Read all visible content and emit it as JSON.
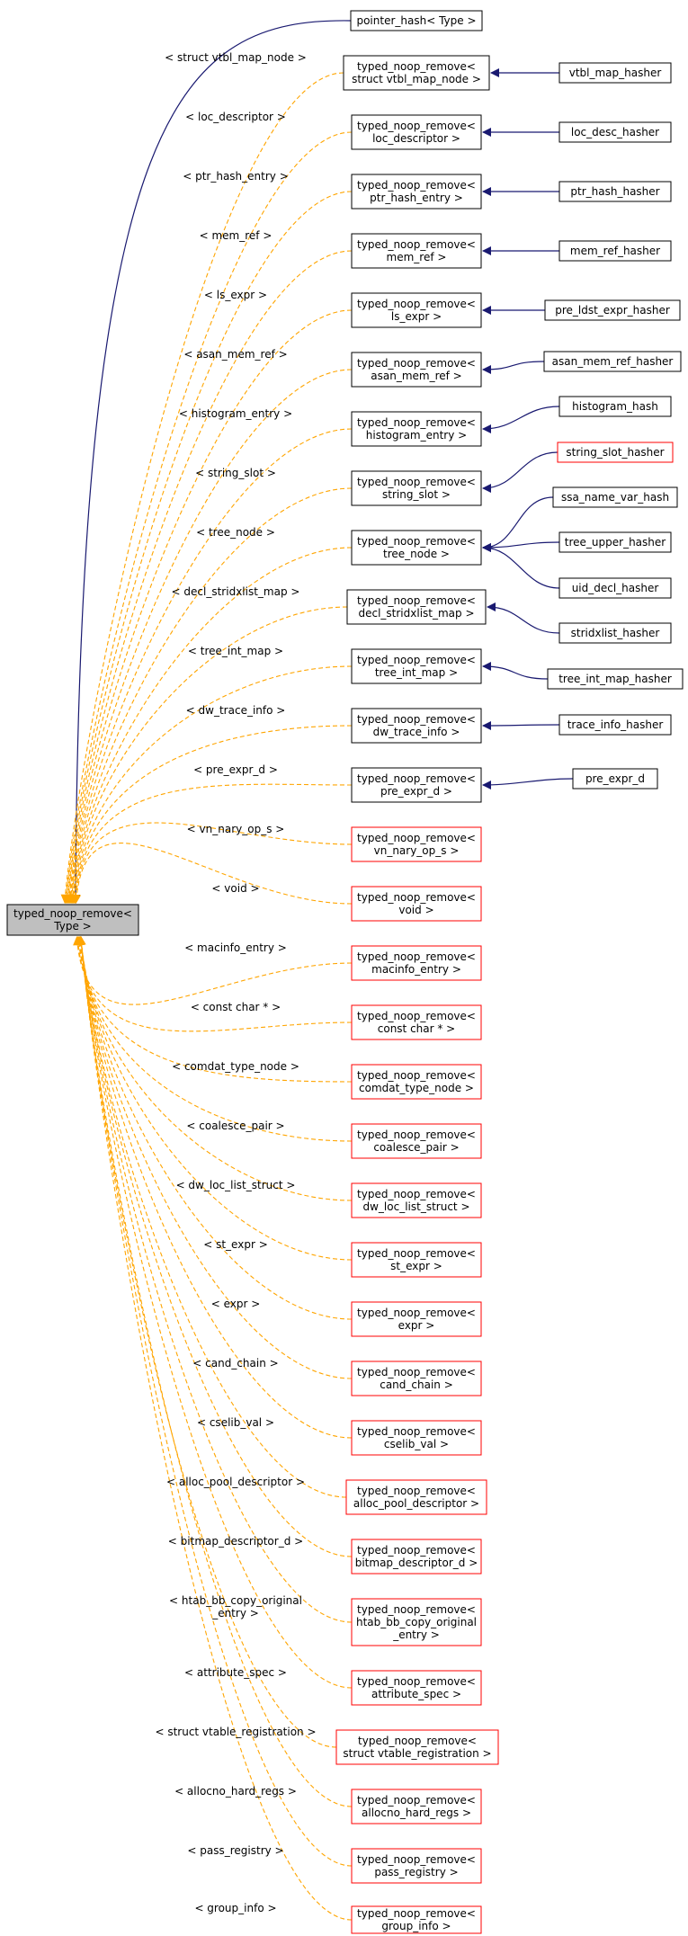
{
  "colors": {
    "template_edge": "#ffa500",
    "inherit_edge": "#191970",
    "node_black": "#000000",
    "node_red": "#ff0000",
    "root_fill": "#bfbfbf"
  },
  "root": {
    "lines": [
      "typed_noop_remove<",
      "Type >"
    ]
  },
  "pointer_hash": {
    "lines": [
      "pointer_hash< Type >"
    ]
  },
  "specializations": [
    {
      "id": "vtbl_map_node",
      "edge_label": [
        "< struct vtbl_map_node >"
      ],
      "lines": [
        "typed_noop_remove<",
        "struct vtbl_map_node >"
      ],
      "border": "black"
    },
    {
      "id": "loc_descriptor",
      "edge_label": [
        "< loc_descriptor >"
      ],
      "lines": [
        "typed_noop_remove<",
        "loc_descriptor >"
      ],
      "border": "black"
    },
    {
      "id": "ptr_hash_entry",
      "edge_label": [
        "< ptr_hash_entry >"
      ],
      "lines": [
        "typed_noop_remove<",
        "ptr_hash_entry >"
      ],
      "border": "black"
    },
    {
      "id": "mem_ref",
      "edge_label": [
        "< mem_ref >"
      ],
      "lines": [
        "typed_noop_remove<",
        "mem_ref >"
      ],
      "border": "black"
    },
    {
      "id": "ls_expr",
      "edge_label": [
        "< ls_expr >"
      ],
      "lines": [
        "typed_noop_remove<",
        "ls_expr >"
      ],
      "border": "black"
    },
    {
      "id": "asan_mem_ref",
      "edge_label": [
        "< asan_mem_ref >"
      ],
      "lines": [
        "typed_noop_remove<",
        "asan_mem_ref >"
      ],
      "border": "black"
    },
    {
      "id": "histogram_entry",
      "edge_label": [
        "< histogram_entry >"
      ],
      "lines": [
        "typed_noop_remove<",
        "histogram_entry >"
      ],
      "border": "black"
    },
    {
      "id": "string_slot",
      "edge_label": [
        "< string_slot >"
      ],
      "lines": [
        "typed_noop_remove<",
        "string_slot >"
      ],
      "border": "black"
    },
    {
      "id": "tree_node",
      "edge_label": [
        "< tree_node >"
      ],
      "lines": [
        "typed_noop_remove<",
        "tree_node >"
      ],
      "border": "black"
    },
    {
      "id": "decl_stridxlist_map",
      "edge_label": [
        "< decl_stridxlist_map >"
      ],
      "lines": [
        "typed_noop_remove<",
        "decl_stridxlist_map >"
      ],
      "border": "black"
    },
    {
      "id": "tree_int_map",
      "edge_label": [
        "< tree_int_map >"
      ],
      "lines": [
        "typed_noop_remove<",
        "tree_int_map >"
      ],
      "border": "black"
    },
    {
      "id": "dw_trace_info",
      "edge_label": [
        "< dw_trace_info >"
      ],
      "lines": [
        "typed_noop_remove<",
        "dw_trace_info >"
      ],
      "border": "black"
    },
    {
      "id": "pre_expr_d",
      "edge_label": [
        "< pre_expr_d >"
      ],
      "lines": [
        "typed_noop_remove<",
        "pre_expr_d >"
      ],
      "border": "black"
    },
    {
      "id": "vn_nary_op_s",
      "edge_label": [
        "< vn_nary_op_s >"
      ],
      "lines": [
        "typed_noop_remove<",
        "vn_nary_op_s >"
      ],
      "border": "red"
    },
    {
      "id": "void",
      "edge_label": [
        "< void >"
      ],
      "lines": [
        "typed_noop_remove<",
        "void >"
      ],
      "border": "red"
    },
    {
      "id": "macinfo_entry",
      "edge_label": [
        "< macinfo_entry >"
      ],
      "lines": [
        "typed_noop_remove<",
        "macinfo_entry >"
      ],
      "border": "red"
    },
    {
      "id": "const_char",
      "edge_label": [
        "< const char * >"
      ],
      "lines": [
        "typed_noop_remove<",
        "const char * >"
      ],
      "border": "red"
    },
    {
      "id": "comdat_type_node",
      "edge_label": [
        "< comdat_type_node >"
      ],
      "lines": [
        "typed_noop_remove<",
        "comdat_type_node >"
      ],
      "border": "red"
    },
    {
      "id": "coalesce_pair",
      "edge_label": [
        "< coalesce_pair >"
      ],
      "lines": [
        "typed_noop_remove<",
        "coalesce_pair >"
      ],
      "border": "red"
    },
    {
      "id": "dw_loc_list_struct",
      "edge_label": [
        "< dw_loc_list_struct >"
      ],
      "lines": [
        "typed_noop_remove<",
        "dw_loc_list_struct >"
      ],
      "border": "red"
    },
    {
      "id": "st_expr",
      "edge_label": [
        "< st_expr >"
      ],
      "lines": [
        "typed_noop_remove<",
        "st_expr >"
      ],
      "border": "red"
    },
    {
      "id": "expr",
      "edge_label": [
        "< expr >"
      ],
      "lines": [
        "typed_noop_remove<",
        "expr >"
      ],
      "border": "red"
    },
    {
      "id": "cand_chain",
      "edge_label": [
        "< cand_chain >"
      ],
      "lines": [
        "typed_noop_remove<",
        "cand_chain >"
      ],
      "border": "red"
    },
    {
      "id": "cselib_val",
      "edge_label": [
        "< cselib_val >"
      ],
      "lines": [
        "typed_noop_remove<",
        "cselib_val >"
      ],
      "border": "red"
    },
    {
      "id": "alloc_pool_descriptor",
      "edge_label": [
        "< alloc_pool_descriptor >"
      ],
      "lines": [
        "typed_noop_remove<",
        "alloc_pool_descriptor >"
      ],
      "border": "red"
    },
    {
      "id": "bitmap_descriptor_d",
      "edge_label": [
        "< bitmap_descriptor_d >"
      ],
      "lines": [
        "typed_noop_remove<",
        "bitmap_descriptor_d >"
      ],
      "border": "red"
    },
    {
      "id": "htab_bb_copy_original_entry",
      "edge_label": [
        "< htab_bb_copy_original",
        "_entry >"
      ],
      "lines": [
        "typed_noop_remove<",
        "htab_bb_copy_original",
        "_entry >"
      ],
      "border": "red"
    },
    {
      "id": "attribute_spec",
      "edge_label": [
        "< attribute_spec >"
      ],
      "lines": [
        "typed_noop_remove<",
        "attribute_spec >"
      ],
      "border": "red"
    },
    {
      "id": "vtable_registration",
      "edge_label": [
        "< struct vtable_registration >"
      ],
      "lines": [
        "typed_noop_remove<",
        "struct vtable_registration >"
      ],
      "border": "red"
    },
    {
      "id": "allocno_hard_regs",
      "edge_label": [
        "< allocno_hard_regs >"
      ],
      "lines": [
        "typed_noop_remove<",
        "allocno_hard_regs >"
      ],
      "border": "red"
    },
    {
      "id": "pass_registry",
      "edge_label": [
        "< pass_registry >"
      ],
      "lines": [
        "typed_noop_remove<",
        "pass_registry >"
      ],
      "border": "red"
    },
    {
      "id": "group_info",
      "edge_label": [
        "< group_info >"
      ],
      "lines": [
        "typed_noop_remove<",
        "group_info >"
      ],
      "border": "red"
    }
  ],
  "derived": [
    {
      "label": "vtbl_map_hasher",
      "parent": "vtbl_map_node",
      "border": "black"
    },
    {
      "label": "loc_desc_hasher",
      "parent": "loc_descriptor",
      "border": "black"
    },
    {
      "label": "ptr_hash_hasher",
      "parent": "ptr_hash_entry",
      "border": "black"
    },
    {
      "label": "mem_ref_hasher",
      "parent": "mem_ref",
      "border": "black"
    },
    {
      "label": "pre_ldst_expr_hasher",
      "parent": "ls_expr",
      "border": "black"
    },
    {
      "label": "asan_mem_ref_hasher",
      "parent": "asan_mem_ref",
      "border": "black"
    },
    {
      "label": "histogram_hash",
      "parent": "histogram_entry",
      "border": "black"
    },
    {
      "label": "string_slot_hasher",
      "parent": "string_slot",
      "border": "red"
    },
    {
      "label": "ssa_name_var_hash",
      "parent": "tree_node",
      "border": "black"
    },
    {
      "label": "tree_upper_hasher",
      "parent": "tree_node",
      "border": "black"
    },
    {
      "label": "uid_decl_hasher",
      "parent": "tree_node",
      "border": "black"
    },
    {
      "label": "stridxlist_hasher",
      "parent": "decl_stridxlist_map",
      "border": "black"
    },
    {
      "label": "tree_int_map_hasher",
      "parent": "tree_int_map",
      "border": "black"
    },
    {
      "label": "trace_info_hasher",
      "parent": "dw_trace_info",
      "border": "black"
    },
    {
      "label": "pre_expr_d",
      "parent": "pre_expr_d",
      "border": "black"
    }
  ]
}
